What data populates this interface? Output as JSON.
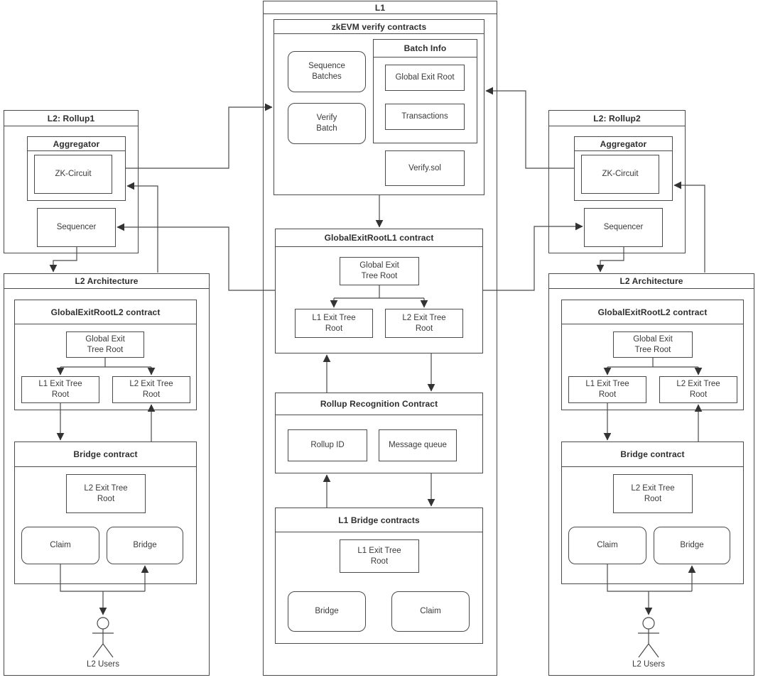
{
  "colors": {
    "line": "#4a4a4a",
    "text": "#333333",
    "background": "#ffffff"
  },
  "l1": {
    "title": "L1",
    "zkevm": {
      "title": "zkEVM verify contracts",
      "sequence_batches": "Sequence Batches",
      "verify_batch": "Verify Batch",
      "batch_info": {
        "title": "Batch Info",
        "global_exit_root": "Global Exit Root",
        "transactions": "Transactions"
      },
      "verify_sol": "Verify.sol"
    },
    "global_exit_root_l1": {
      "title": "GlobalExitRootL1 contract",
      "global_exit_tree_root": "Global Exit Tree Root",
      "l1_exit_tree_root": "L1 Exit Tree Root",
      "l2_exit_tree_root": "L2 Exit Tree Root"
    },
    "rollup_recognition": {
      "title": "Rollup Recognition Contract",
      "rollup_id": "Rollup ID",
      "message_queue": "Message queue"
    },
    "l1_bridge": {
      "title": "L1 Bridge contracts",
      "l1_exit_tree_root": "L1 Exit Tree Root",
      "bridge": "Bridge",
      "claim": "Claim"
    }
  },
  "rollup1": {
    "title": "L2: Rollup1",
    "aggregator": {
      "title": "Aggregator",
      "zk_circuit": "ZK-Circuit"
    },
    "sequencer": "Sequencer"
  },
  "rollup2": {
    "title": "L2: Rollup2",
    "aggregator": {
      "title": "Aggregator",
      "zk_circuit": "ZK-Circuit"
    },
    "sequencer": "Sequencer"
  },
  "l2_architecture_left": {
    "title": "L2 Architecture",
    "global_exit_root_l2": {
      "title": "GlobalExitRootL2 contract",
      "global_exit_tree_root": "Global Exit Tree Root",
      "l1_exit_tree_root": "L1 Exit Tree Root",
      "l2_exit_tree_root": "L2 Exit Tree Root"
    },
    "bridge_contract": {
      "title": "Bridge contract",
      "l2_exit_tree_root": "L2 Exit Tree Root",
      "claim": "Claim",
      "bridge": "Bridge"
    },
    "users": "L2 Users"
  },
  "l2_architecture_right": {
    "title": "L2 Architecture",
    "global_exit_root_l2": {
      "title": "GlobalExitRootL2 contract",
      "global_exit_tree_root": "Global Exit Tree Root",
      "l1_exit_tree_root": "L1 Exit Tree Root",
      "l2_exit_tree_root": "L2 Exit Tree Root"
    },
    "bridge_contract": {
      "title": "Bridge contract",
      "l2_exit_tree_root": "L2 Exit Tree Root",
      "claim": "Claim",
      "bridge": "Bridge"
    },
    "users": "L2 Users"
  }
}
